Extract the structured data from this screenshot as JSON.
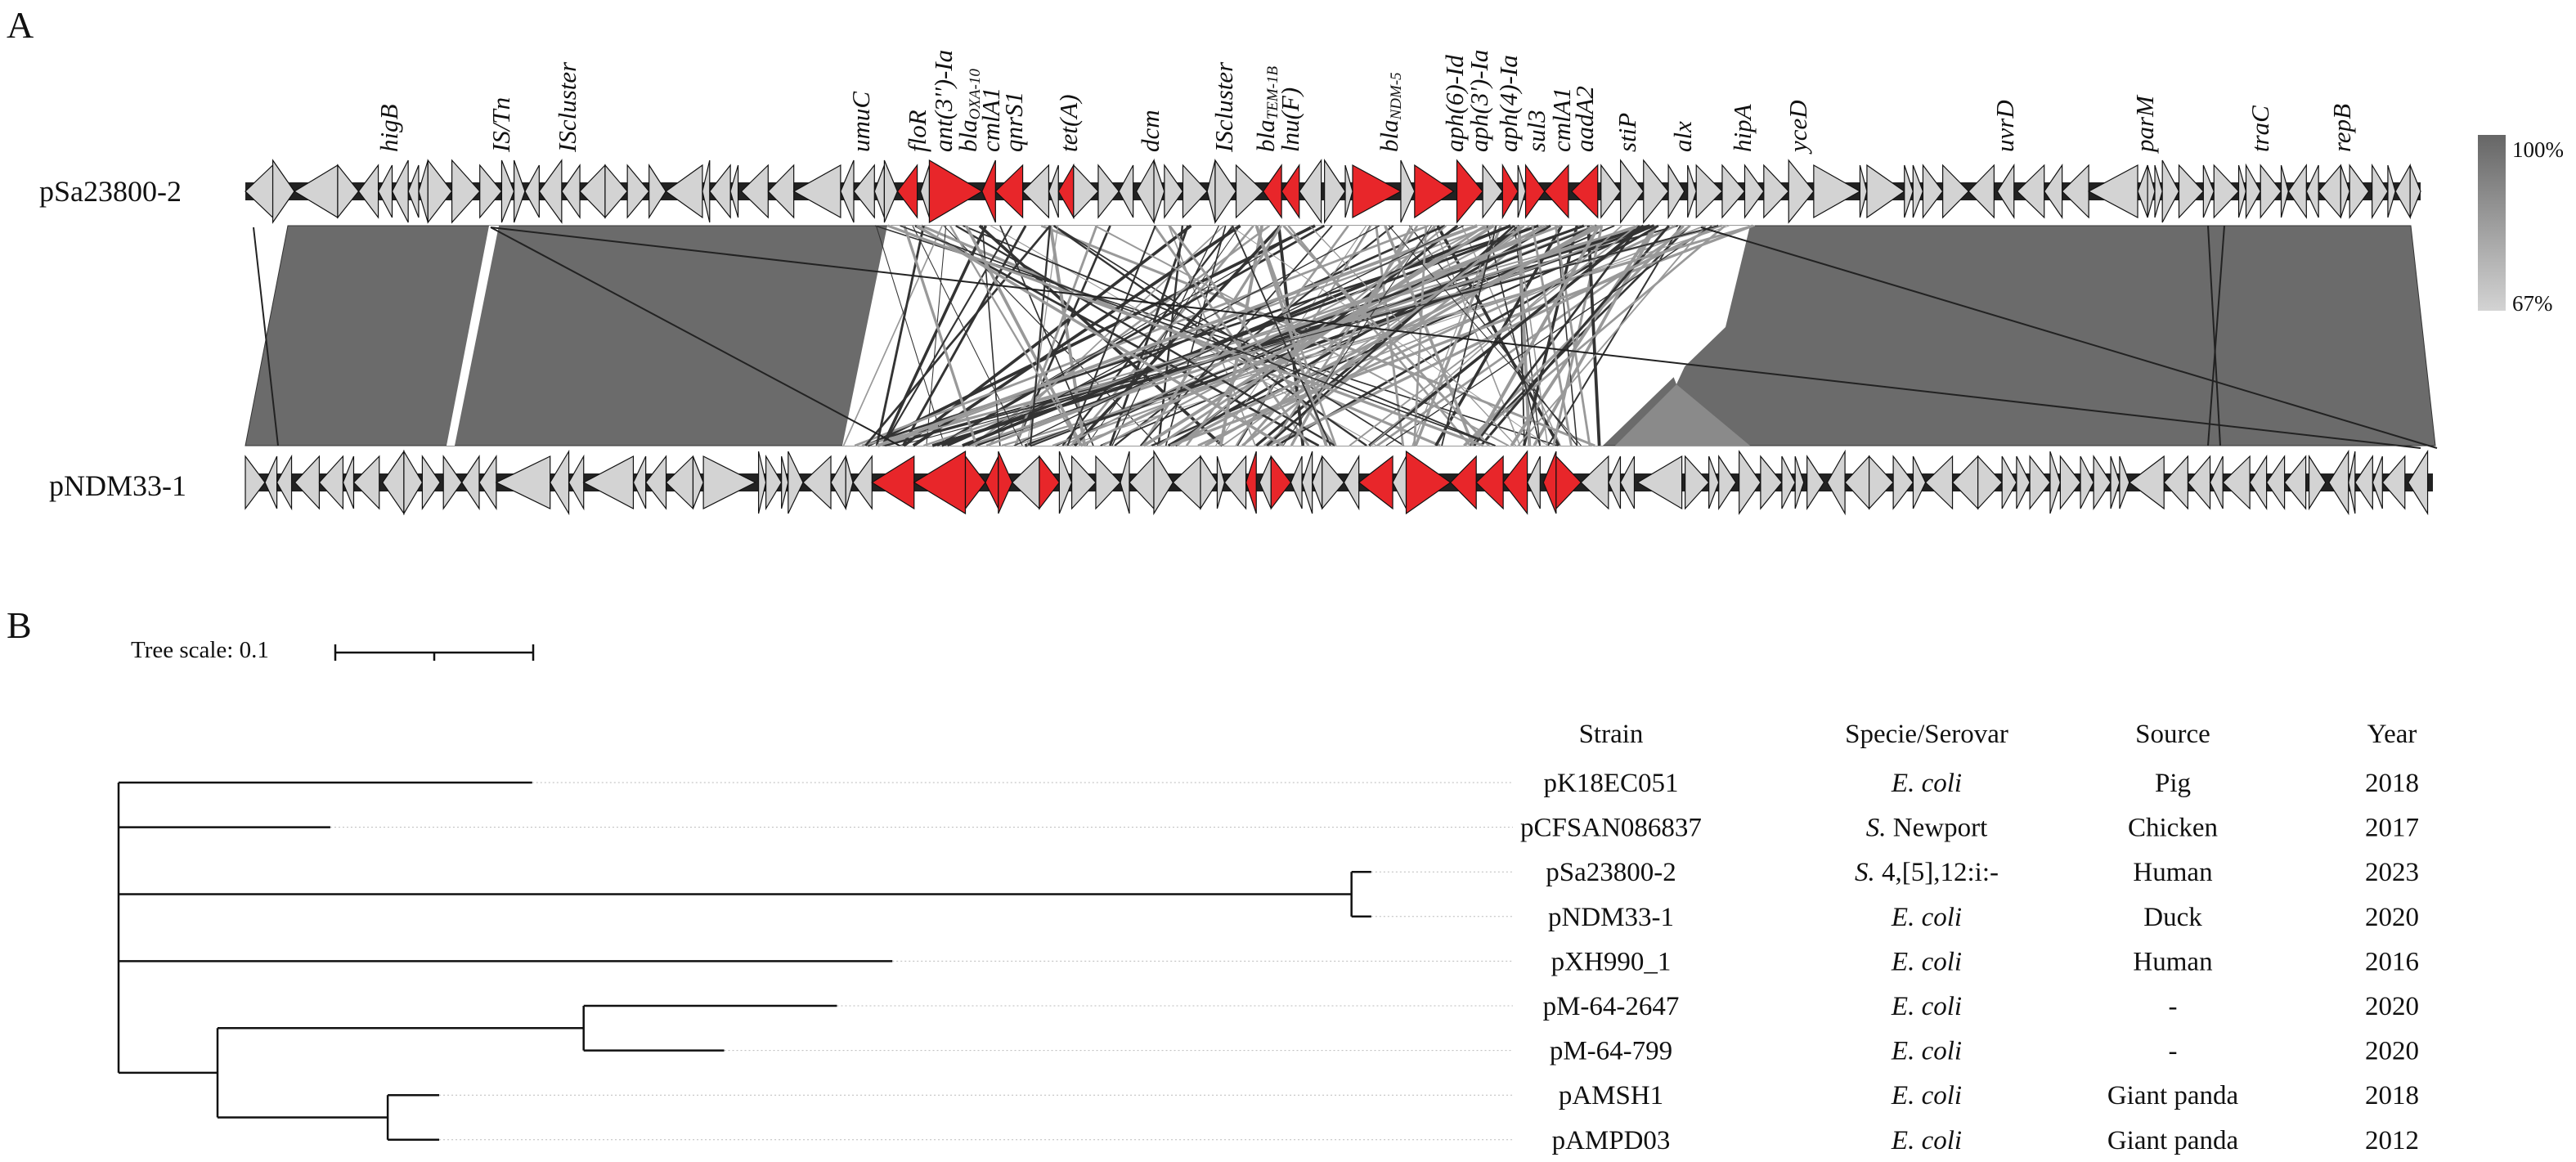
{
  "panel_a": {
    "label": "A",
    "tracks": [
      "pSa23800-2",
      "pNDM33-1"
    ],
    "gene_labels": [
      {
        "name": "higB"
      },
      {
        "name": "IS/Tn"
      },
      {
        "name": "IScluster"
      },
      {
        "name": "umuC"
      },
      {
        "name": "floR",
        "resistance": true
      },
      {
        "name": "ant(3'')-Ia",
        "resistance": true
      },
      {
        "name": "bla",
        "sub": "OXA-10",
        "resistance": true
      },
      {
        "name": "cmlA1",
        "resistance": true
      },
      {
        "name": "qnrS1",
        "resistance": true
      },
      {
        "name": "tet(A)",
        "resistance": true
      },
      {
        "name": "dcm"
      },
      {
        "name": "IScluster"
      },
      {
        "name": "bla",
        "sub": "TEM-1B",
        "resistance": true
      },
      {
        "name": "lnu(F)",
        "resistance": true
      },
      {
        "name": "bla",
        "sub": "NDM-5",
        "resistance": true
      },
      {
        "name": "aph(6)-Id",
        "resistance": true
      },
      {
        "name": "aph(3')-Ia",
        "resistance": true
      },
      {
        "name": "aph(4)-Ia",
        "resistance": true
      },
      {
        "name": "sul3",
        "resistance": true
      },
      {
        "name": "cmlA1",
        "resistance": true
      },
      {
        "name": "aadA2",
        "resistance": true
      },
      {
        "name": "stiP"
      },
      {
        "name": "alx"
      },
      {
        "name": "hipA"
      },
      {
        "name": "yceD"
      },
      {
        "name": "uvrD"
      },
      {
        "name": "parM"
      },
      {
        "name": "traC"
      },
      {
        "name": "repB"
      }
    ],
    "identity_scale": {
      "max_label": "100%",
      "min_label": "67%",
      "max_color": "#666666",
      "min_color": "#d3d3d3"
    },
    "colors": {
      "resistance_gene": "#e8262a",
      "other_gene": "#d3d3d3",
      "backbone": "#222222",
      "homology": "#6b6b6b"
    }
  },
  "panel_b": {
    "label": "B",
    "tree_scale": {
      "label": "Tree scale: 0.1",
      "value": 0.1
    },
    "headers": {
      "strain": "Strain",
      "species": "Specie/Serovar",
      "source": "Source",
      "year": "Year"
    },
    "rows": [
      {
        "strain": "pK18EC051",
        "species": "E. coli",
        "source": "Pig",
        "year": "2018"
      },
      {
        "strain": "pCFSAN086837",
        "species": "S. Newport",
        "source": "Chicken",
        "year": "2017"
      },
      {
        "strain": "pSa23800-2",
        "species": "S. 4,[5],12:i:-",
        "source": "Human",
        "year": "2023"
      },
      {
        "strain": "pNDM33-1",
        "species": "E. coli",
        "source": "Duck",
        "year": "2020"
      },
      {
        "strain": "pXH990_1",
        "species": "E. coli",
        "source": "Human",
        "year": "2016"
      },
      {
        "strain": "pM-64-2647",
        "species": "E. coli",
        "source": "-",
        "year": "2020"
      },
      {
        "strain": "pM-64-799",
        "species": "E. coli",
        "source": "-",
        "year": "2020"
      },
      {
        "strain": "pAMSH1",
        "species": "E. coli",
        "source": "Giant panda",
        "year": "2018"
      },
      {
        "strain": "pAMPD03",
        "species": "E. coli",
        "source": "Giant panda",
        "year": "2012"
      }
    ],
    "tree": {
      "children": [
        {
          "leaf": 0,
          "len": 0.209
        },
        {
          "leaf": 1,
          "len": 0.107
        },
        {
          "len": 0.623,
          "children": [
            {
              "leaf": 2,
              "len": 0.01
            },
            {
              "leaf": 3,
              "len": 0.01
            }
          ]
        },
        {
          "leaf": 4,
          "len": 0.391
        },
        {
          "len": 0.05,
          "children": [
            {
              "len": 0.185,
              "children": [
                {
                  "leaf": 5,
                  "len": 0.128
                },
                {
                  "leaf": 6,
                  "len": 0.071
                }
              ]
            },
            {
              "len": 0.086,
              "children": [
                {
                  "leaf": 7,
                  "len": 0.026
                },
                {
                  "leaf": 8,
                  "len": 0.026
                }
              ]
            }
          ]
        }
      ]
    }
  }
}
